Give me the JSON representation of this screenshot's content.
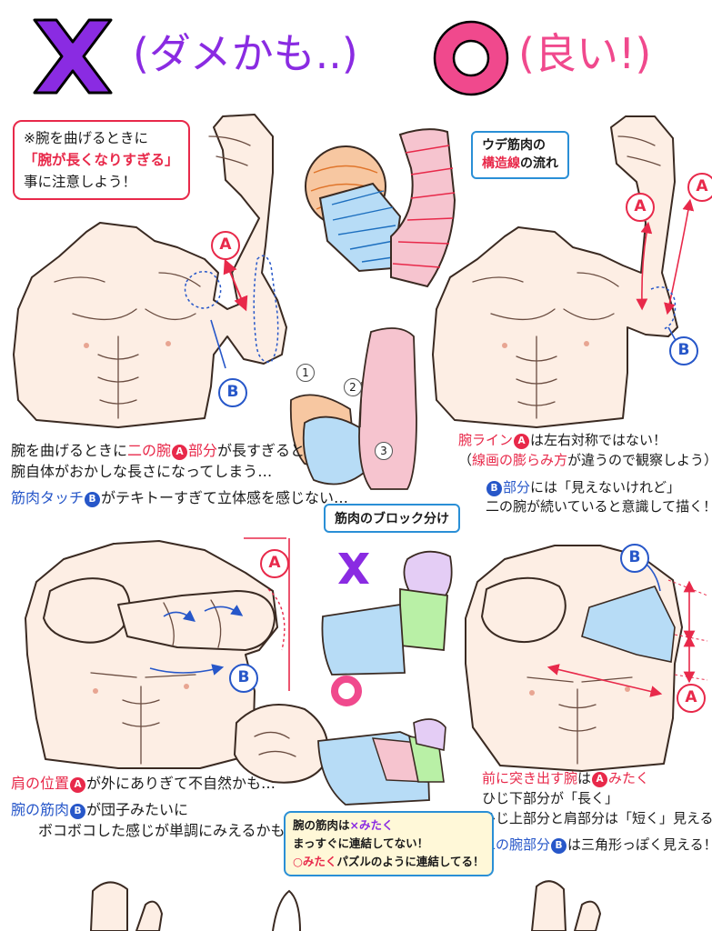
{
  "header": {
    "bad_title": "(ダメかも..)",
    "good_title": "(良い!)"
  },
  "callout": {
    "line1": "※腕を曲げるときに",
    "line2": "「腕が長くなりすぎる」",
    "line3": "事に注意しよう！"
  },
  "center_tag": {
    "line1": "ウデ筋肉の",
    "line2_red": "構造線",
    "line2_rest": "の流れ"
  },
  "markers": {
    "A": "A",
    "B": "B",
    "n1": "1",
    "n2": "2",
    "n3": "3"
  },
  "block_tag": {
    "label": "筋肉のブロック分け"
  },
  "left_mid_text": {
    "l1_a": "腕を曲げるときに",
    "l1_red": "二の腕",
    "l1_red2": "部分",
    "l1_b": "が長すぎると",
    "l2": "腕自体がおかしな長さになってしまう…",
    "l3_blue": "筋肉タッチ",
    "l3_b": "がテキトーすぎて立体感を感じない…"
  },
  "right_mid_text": {
    "l1_red": "腕ライン",
    "l1_b": "は左右対称ではない！",
    "l2_a": "（",
    "l2_red": "線画の膨らみ方",
    "l2_b": "が違うので観察しよう）",
    "l3_blue": "部分",
    "l3_b": "には「見えないけれど」",
    "l4": "二の腕が続いていると意識して描く！"
  },
  "left_bottom_text": {
    "l1_red": "肩の位置",
    "l1_b": "が外にありぎて不自然かも…",
    "l2_blue": "腕の筋肉",
    "l2_b": "が団子みたいに",
    "l3": "ボコボコした感じが単調にみえるかも…"
  },
  "right_bottom_text": {
    "l1_red": "前に突き出す腕",
    "l1_b": "は",
    "l1_c": "みたく",
    "l2": "ひじ下部分が「長く」",
    "l3": "ひじ上部分と肩部分は「短く」見える！",
    "l4_blue": "二の腕部分",
    "l4_b": "は三角形っぽく見える！"
  },
  "bottom_note": {
    "l1_a": "腕の筋肉は",
    "l1_x": "×みたく",
    "l2": "まっすぐに連結してない！",
    "l3_o": "○みたく",
    "l3_b": "パズルのように連結してる！"
  },
  "colors": {
    "purple": "#8a2be2",
    "pink": "#f0498d",
    "red": "#e8294a",
    "blue": "#2757c9",
    "skin": "#fdeee4",
    "segment_orange": "#f7c7a1",
    "segment_blue": "#b7dcf6",
    "segment_pink": "#f6c4cf",
    "segment_green": "#b9f0a6",
    "segment_lilac": "#e4cdf5"
  },
  "icons": [
    "cross-mark-icon",
    "circle-mark-icon"
  ]
}
